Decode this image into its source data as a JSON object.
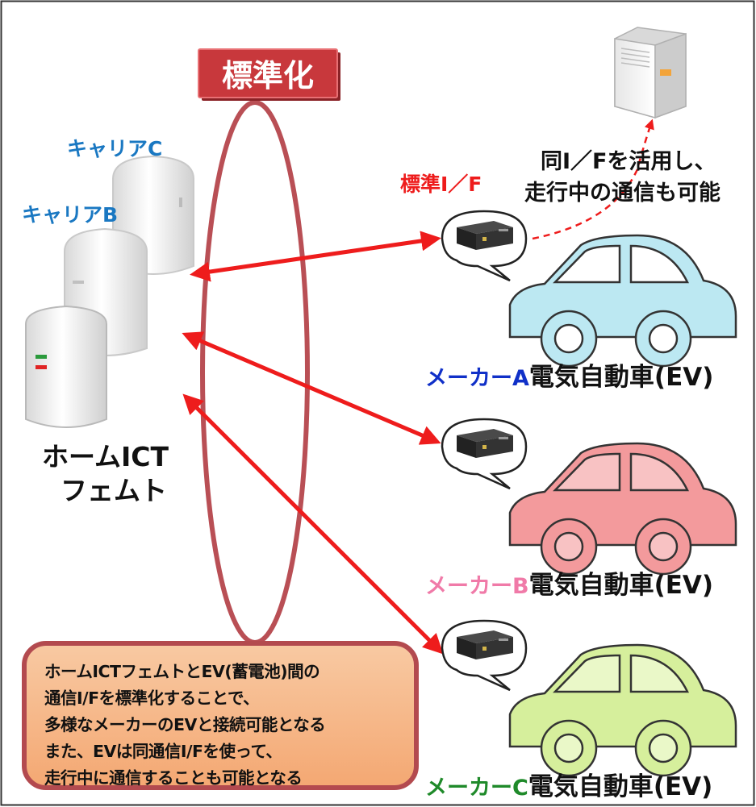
{
  "badge": {
    "label": "標準化"
  },
  "left": {
    "carrier_c": "キャリアC",
    "carrier_b": "キャリアB",
    "femto_line1": "ホームICT",
    "femto_line2": "フェムト"
  },
  "standard_if": "標準I／F",
  "server_note": {
    "line1": "同I／Fを活用し、",
    "line2": "走行中の通信も可能"
  },
  "cars": [
    {
      "maker": "メーカーA",
      "suffix": "電気自動車(EV)",
      "body": "#bce8f2",
      "window": "#ffffff",
      "maker_color": "#1030c8"
    },
    {
      "maker": "メーカーB",
      "suffix": "電気自動車(EV)",
      "body": "#f39a9c",
      "window": "#f8c2c3",
      "maker_color": "#f07aa8"
    },
    {
      "maker": "メーカーC",
      "suffix": "電気自動車(EV)",
      "body": "#d6ef9c",
      "window": "#eaf8c8",
      "maker_color": "#1f8a2a"
    }
  ],
  "note": {
    "lines": [
      "ホームICTフェムトとEV(蓄電池)間の",
      "通信I/Fを標準化することで、",
      "多様なメーカーのEVと接続可能となる",
      "また、EVは同通信I/Fを使って、",
      "走行中に通信することも可能となる"
    ]
  },
  "colors": {
    "arrow": "#ee1c1c",
    "ellipse": "#b94f55",
    "badge": "#c8383c",
    "carrier_text": "#1a78c2",
    "frame": "#333333"
  }
}
